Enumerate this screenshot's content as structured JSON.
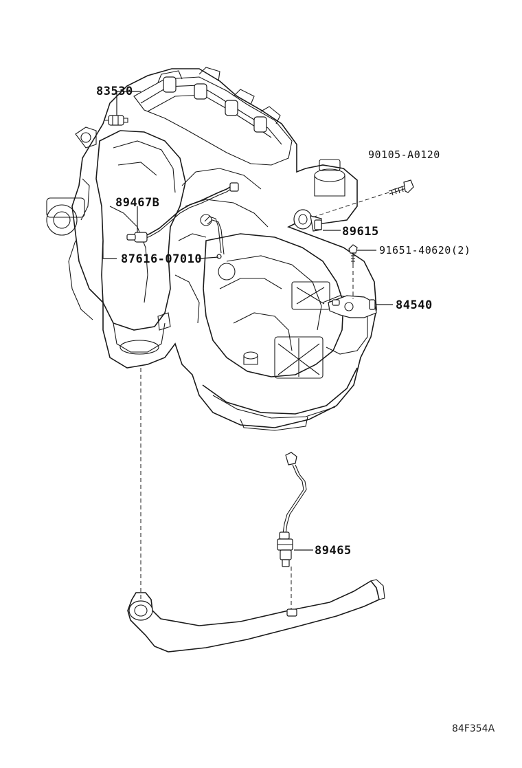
{
  "diagram": {
    "reference_code": "84F354A",
    "labels": {
      "p83530": "83530",
      "p89467b": "89467B",
      "p87616": "87616-07010",
      "p90105": "90105-A0120",
      "p89615": "89615",
      "p91651": "91651-40620(2)",
      "p84540": "84540",
      "p89465": "89465"
    },
    "icons": {
      "engine": "engine-transaxle-assembly-icon",
      "oil_pressure_switch": "oil-pressure-switch-icon",
      "oxygen_sensor_upper": "oxygen-sensor-icon",
      "knock_sensor": "knock-sensor-icon",
      "bolt": "bolt-icon",
      "screw": "screw-icon",
      "neutral_switch": "neutral-start-switch-icon",
      "oxygen_sensor_lower": "oxygen-sensor-icon",
      "exhaust_pipe": "exhaust-pipe-icon"
    }
  }
}
